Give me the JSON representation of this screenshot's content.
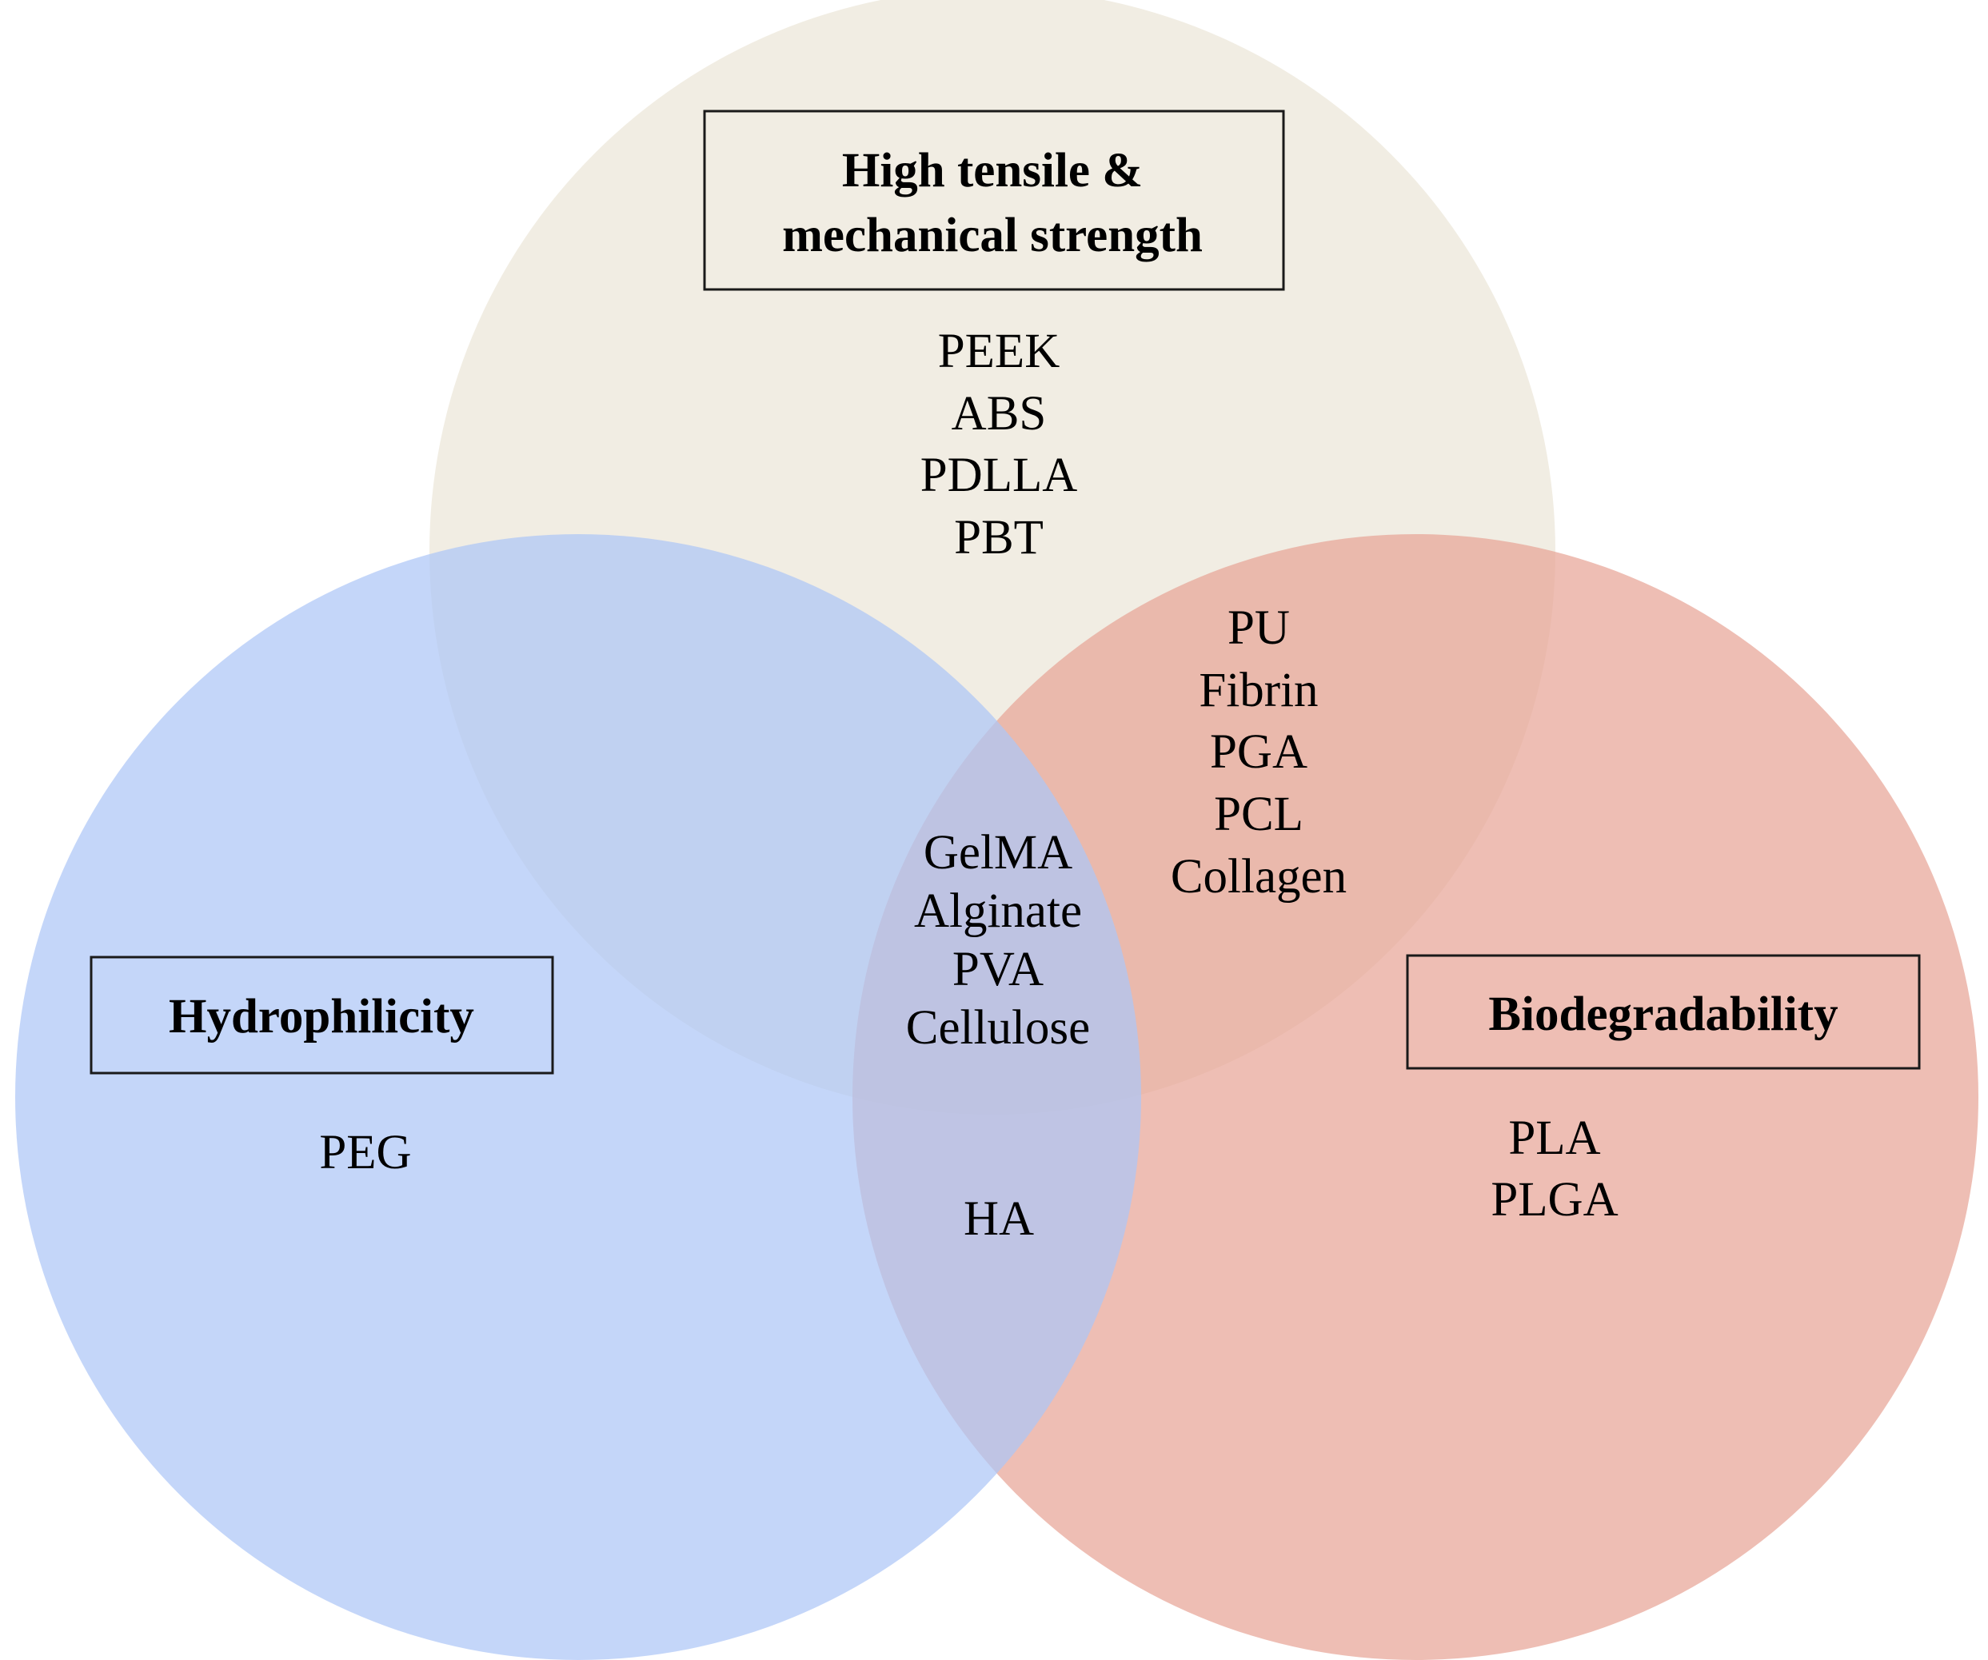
{
  "sets": [
    {
      "id": "strength",
      "label_lines": [
        "High tensile &",
        "mechanical strength"
      ],
      "color": "#ece6d8",
      "items": [
        "PEEK",
        "ABS",
        "PDLLA",
        "PBT"
      ]
    },
    {
      "id": "hydrophilicity",
      "label_lines": [
        "Hydrophilicity"
      ],
      "color": "#adc6f7",
      "items": [
        "PEG"
      ]
    },
    {
      "id": "biodegradability",
      "label_lines": [
        "Biodegradability"
      ],
      "color": "#e8a597",
      "items": [
        "PLA",
        "PLGA"
      ]
    }
  ],
  "overlaps": {
    "strength_biodegradability": [
      "PU",
      "Fibrin",
      "PGA",
      "PCL",
      "Collagen"
    ],
    "all_three": [
      "GelMA",
      "Alginate",
      "PVA",
      "Cellulose"
    ],
    "hydrophilicity_biodegradability": [
      "HA"
    ]
  }
}
